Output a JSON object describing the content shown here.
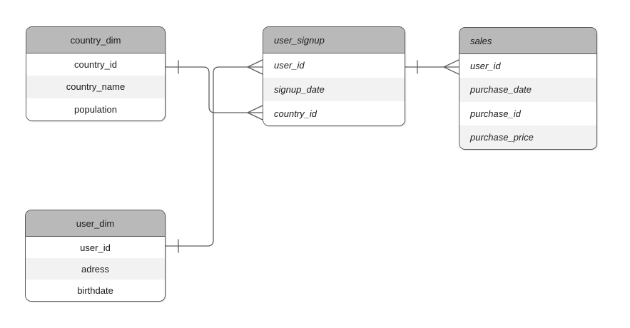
{
  "diagram": {
    "type": "entity-relationship",
    "colors": {
      "background": "#ffffff",
      "header_fill": "#b9b9b9",
      "row_fill": "#ffffff",
      "row_alt_fill": "#f2f2f2",
      "border": "#595959",
      "connector": "#5c5c5c",
      "text": "#1a1a1a"
    },
    "tables": [
      {
        "title": "country_dim",
        "columns": [
          "country_id",
          "country_name",
          "population"
        ]
      },
      {
        "title": "user_signup",
        "columns": [
          "user_id",
          "signup_date",
          "country_id"
        ]
      },
      {
        "title": "sales",
        "columns": [
          "user_id",
          "purchase_date",
          "purchase_id",
          "purchase_price"
        ]
      },
      {
        "title": "user_dim",
        "columns": [
          "user_id",
          "adress",
          "birthdate"
        ]
      }
    ],
    "relationships": [
      {
        "from": "country_dim.country_id",
        "to": "user_signup.country_id",
        "cardinality": "one-to-many",
        "notation": "one tick at country_dim, crow's foot at user_signup"
      },
      {
        "from": "user_dim.user_id",
        "to": "user_signup.user_id",
        "cardinality": "one-to-many",
        "notation": "one tick at user_dim, crow's foot at user_signup"
      },
      {
        "from": "user_signup.user_id",
        "to": "sales.user_id",
        "cardinality": "one-to-many",
        "notation": "one tick at user_signup, crow's foot at sales"
      }
    ]
  }
}
